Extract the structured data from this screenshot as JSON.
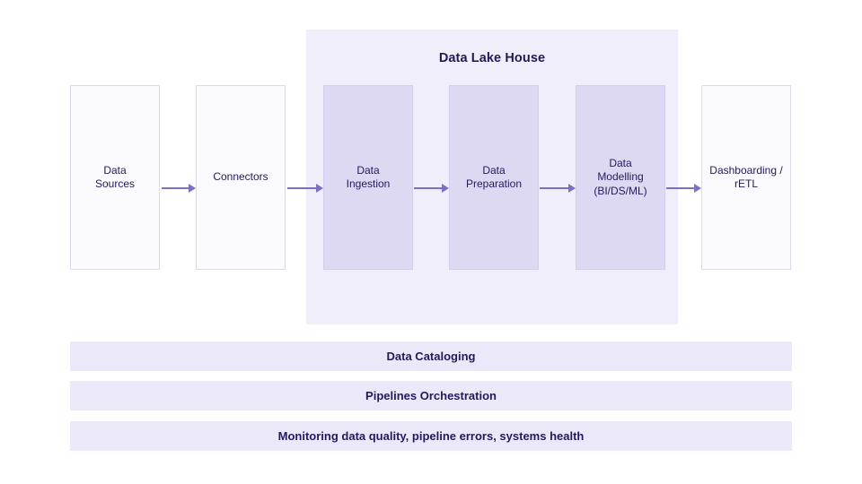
{
  "diagram": {
    "title": "Data Lake House",
    "colors": {
      "background": "#ffffff",
      "container_fill": "#f0eefb",
      "outer_box_fill": "#fafaff",
      "outer_box_border": "#dcdce8",
      "inner_box_fill": "#ddd9f3",
      "inner_box_border": "#d3cdee",
      "bar_fill": "#ebe9f9",
      "text": "#26185c",
      "arrow": "#7a71c4"
    },
    "stages": [
      {
        "id": "data-sources",
        "label": "Data\nSources",
        "group": "outer"
      },
      {
        "id": "connectors",
        "label": "Connectors",
        "group": "outer"
      },
      {
        "id": "data-ingestion",
        "label": "Data\nIngestion",
        "group": "lakehouse"
      },
      {
        "id": "data-preparation",
        "label": "Data\nPreparation",
        "group": "lakehouse"
      },
      {
        "id": "data-modelling",
        "label": "Data\nModelling\n(BI/DS/ML)",
        "group": "lakehouse"
      },
      {
        "id": "dashboarding",
        "label": "Dashboarding /\nrETL",
        "group": "outer"
      }
    ],
    "arrows": [
      {
        "from": "data-sources",
        "to": "connectors",
        "icon": "arrow-right-icon"
      },
      {
        "from": "connectors",
        "to": "data-ingestion",
        "icon": "arrow-right-icon"
      },
      {
        "from": "data-ingestion",
        "to": "data-preparation",
        "icon": "arrow-right-icon"
      },
      {
        "from": "data-preparation",
        "to": "data-modelling",
        "icon": "arrow-right-icon"
      },
      {
        "from": "data-modelling",
        "to": "dashboarding",
        "icon": "arrow-right-icon"
      }
    ],
    "cross_cutting_bars": [
      {
        "id": "data-cataloging",
        "label": "Data Cataloging"
      },
      {
        "id": "pipelines-orchestration",
        "label": "Pipelines Orchestration"
      },
      {
        "id": "monitoring",
        "label": "Monitoring data quality, pipeline errors, systems health"
      }
    ]
  }
}
